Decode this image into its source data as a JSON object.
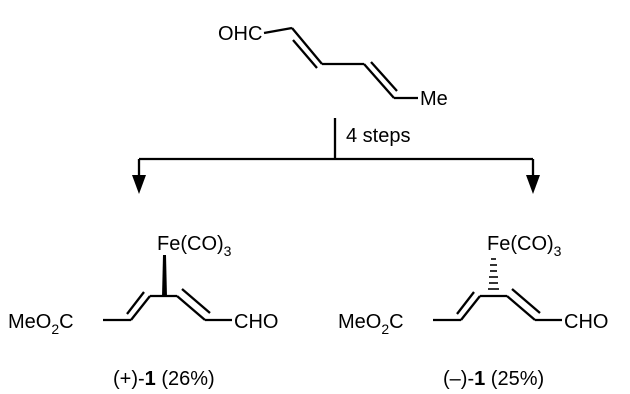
{
  "starting_material": {
    "left_group": "OHC",
    "right_group": "Me"
  },
  "reaction": {
    "label": "4 steps"
  },
  "product_plus": {
    "metal_fragment": "Fe(CO)",
    "metal_fragment_subscript": "3",
    "ester_prefix": "MeO",
    "ester_subscript": "2",
    "ester_suffix": "C",
    "aldehyde": "CHO",
    "label_prefix": "(+)-",
    "label_compound": "1",
    "label_yield": " (26%)"
  },
  "product_minus": {
    "metal_fragment": "Fe(CO)",
    "metal_fragment_subscript": "3",
    "ester_prefix": "MeO",
    "ester_subscript": "2",
    "ester_suffix": "C",
    "aldehyde": "CHO",
    "label_prefix": "(–)-",
    "label_compound": "1",
    "label_yield": " (25%)"
  }
}
